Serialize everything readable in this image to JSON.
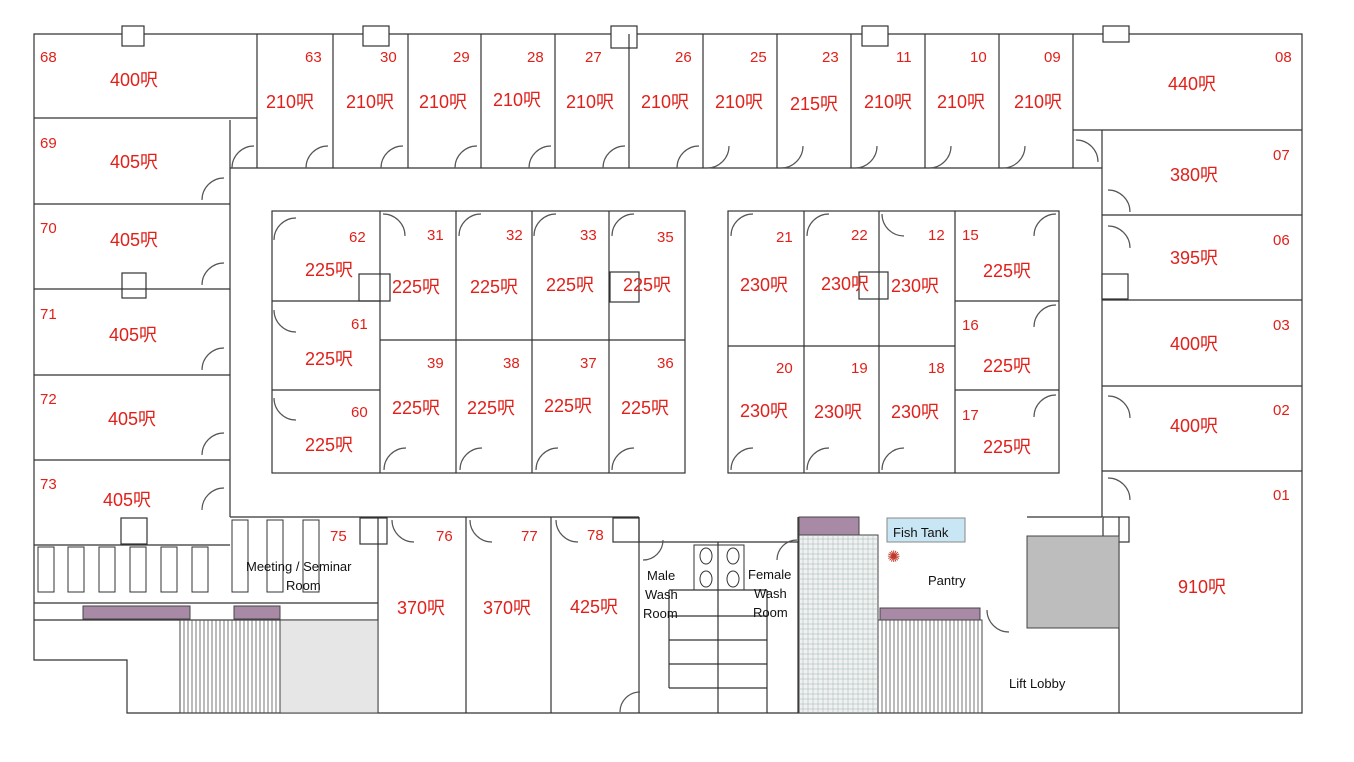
{
  "offices": [
    {
      "no": "68",
      "area": "400呎"
    },
    {
      "no": "63",
      "area": "210呎"
    },
    {
      "no": "30",
      "area": "210呎"
    },
    {
      "no": "29",
      "area": "210呎"
    },
    {
      "no": "28",
      "area": "210呎"
    },
    {
      "no": "27",
      "area": "210呎"
    },
    {
      "no": "26",
      "area": "210呎"
    },
    {
      "no": "25",
      "area": "210呎"
    },
    {
      "no": "23",
      "area": "215呎"
    },
    {
      "no": "11",
      "area": "210呎"
    },
    {
      "no": "10",
      "area": "210呎"
    },
    {
      "no": "09",
      "area": "210呎"
    },
    {
      "no": "08",
      "area": "440呎"
    },
    {
      "no": "69",
      "area": "405呎"
    },
    {
      "no": "70",
      "area": "405呎"
    },
    {
      "no": "71",
      "area": "405呎"
    },
    {
      "no": "72",
      "area": "405呎"
    },
    {
      "no": "73",
      "area": "405呎"
    },
    {
      "no": "07",
      "area": "380呎"
    },
    {
      "no": "06",
      "area": "395呎"
    },
    {
      "no": "03",
      "area": "400呎"
    },
    {
      "no": "02",
      "area": "400呎"
    },
    {
      "no": "01",
      "area": "910呎"
    },
    {
      "no": "62",
      "area": "225呎"
    },
    {
      "no": "61",
      "area": "225呎"
    },
    {
      "no": "60",
      "area": "225呎"
    },
    {
      "no": "31",
      "area": "225呎"
    },
    {
      "no": "32",
      "area": "225呎"
    },
    {
      "no": "33",
      "area": "225呎"
    },
    {
      "no": "35",
      "area": "225呎"
    },
    {
      "no": "39",
      "area": "225呎"
    },
    {
      "no": "38",
      "area": "225呎"
    },
    {
      "no": "37",
      "area": "225呎"
    },
    {
      "no": "36",
      "area": "225呎"
    },
    {
      "no": "21",
      "area": "230呎"
    },
    {
      "no": "22",
      "area": "230呎"
    },
    {
      "no": "12",
      "area": "230呎"
    },
    {
      "no": "20",
      "area": "230呎"
    },
    {
      "no": "19",
      "area": "230呎"
    },
    {
      "no": "18",
      "area": "230呎"
    },
    {
      "no": "15",
      "area": "225呎"
    },
    {
      "no": "16",
      "area": "225呎"
    },
    {
      "no": "17",
      "area": "225呎"
    },
    {
      "no": "75",
      "area": ""
    },
    {
      "no": "76",
      "area": "370呎"
    },
    {
      "no": "77",
      "area": "370呎"
    },
    {
      "no": "78",
      "area": "425呎"
    }
  ],
  "facilities": {
    "meeting_1": "Meeting / Seminar",
    "meeting_2": "Room",
    "male_1": "Male",
    "male_2": "Wash",
    "male_3": "Room",
    "female_1": "Female",
    "female_2": "Wash",
    "female_3": "Room",
    "fish_tank": "Fish Tank",
    "pantry": "Pantry",
    "lift_lobby": "Lift Lobby"
  },
  "colors": {
    "label_red": "#e0201a",
    "fish_tank_fill": "#c9e6f5",
    "counter_fill": "#a88aa6",
    "lift_fill": "#bdbdbd"
  }
}
